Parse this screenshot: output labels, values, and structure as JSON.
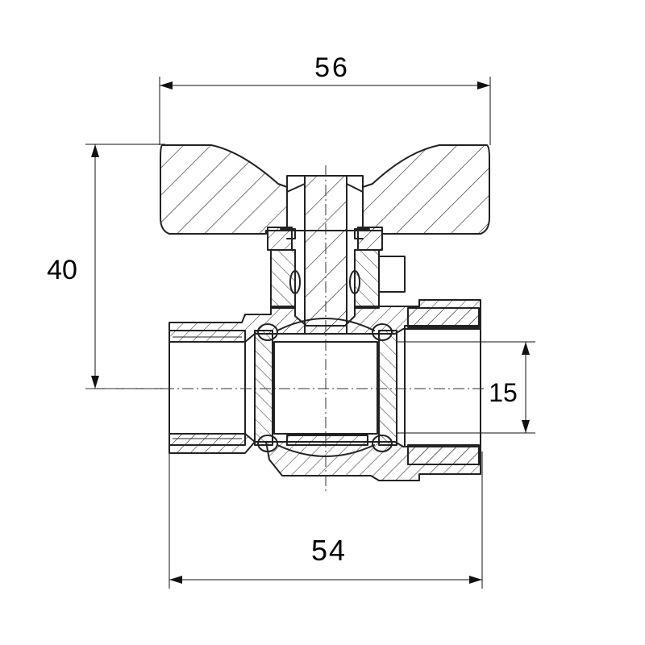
{
  "dimensions": {
    "handle_width": "56",
    "overall_height": "40",
    "bore_diameter": "15",
    "body_length": "54"
  },
  "colors": {
    "line": "#222222",
    "background": "#ffffff"
  }
}
